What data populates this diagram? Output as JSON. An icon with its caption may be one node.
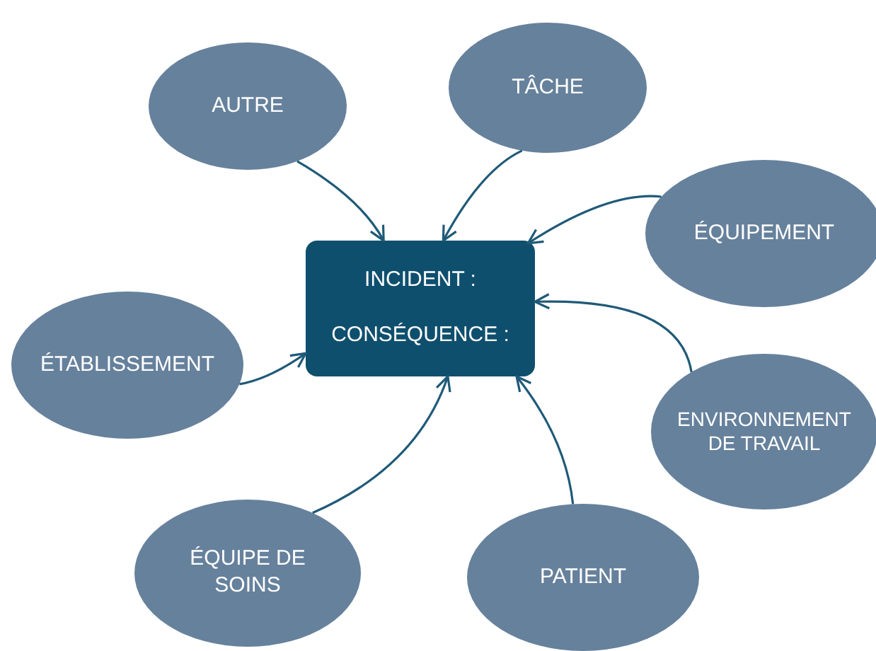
{
  "diagram": {
    "nodes": [
      {
        "text": [
          "INCIDENT :",
          "CONSÉQUENCE :"
        ]
      },
      {
        "text": [
          "AUTRE"
        ]
      },
      {
        "text": [
          "TÂCHE"
        ]
      },
      {
        "text": [
          "ÉQUIPEMENT"
        ]
      },
      {
        "text": [
          "ÉTABLISSEMENT"
        ]
      },
      {
        "text": [
          "ENVIRONNEMENT DE TRAVAIL"
        ]
      },
      {
        "text": [
          "ÉQUIPE DE SOINS"
        ]
      },
      {
        "text": [
          "PATIENT"
        ]
      }
    ],
    "edges": [
      {
        "from": 1,
        "to": 0,
        "arrow": "to"
      },
      {
        "from": 2,
        "to": 0,
        "arrow": "to"
      },
      {
        "from": 3,
        "to": 0,
        "arrow": "to"
      },
      {
        "from": 4,
        "to": 0,
        "arrow": "to"
      },
      {
        "from": 5,
        "to": 0,
        "arrow": "to"
      },
      {
        "from": 6,
        "to": 0,
        "arrow": "to"
      },
      {
        "from": 7,
        "to": 0,
        "arrow": "to"
      }
    ]
  }
}
